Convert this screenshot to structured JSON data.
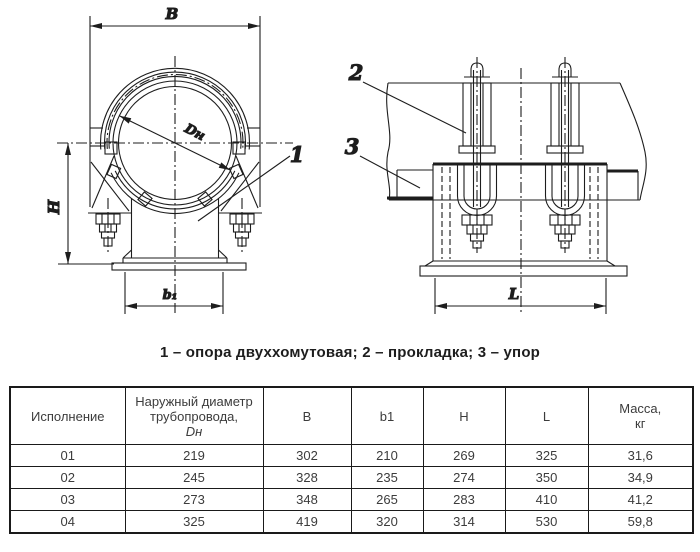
{
  "drawing": {
    "front_view": {
      "dim_width_label": "B",
      "dim_diameter_label": "Dн",
      "dim_height_label": "H",
      "dim_base_label": "b₁",
      "callout_1": "1"
    },
    "side_view": {
      "dim_length_label": "L",
      "callout_2": "2",
      "callout_3": "3"
    },
    "caption": "1 – опора двуххомутовая; 2 – прокладка; 3 – упор"
  },
  "table": {
    "headers": {
      "col1": "Исполнение",
      "col2_main": "Наружный диаметр трубопровода,",
      "col2_sub": "Dн",
      "col3": "B",
      "col4": "b1",
      "col5": "H",
      "col6": "L",
      "col7_line1": "Масса,",
      "col7_line2": "кг"
    },
    "rows": [
      [
        "01",
        "219",
        "302",
        "210",
        "269",
        "325",
        "31,6"
      ],
      [
        "02",
        "245",
        "328",
        "235",
        "274",
        "350",
        "34,9"
      ],
      [
        "03",
        "273",
        "348",
        "265",
        "283",
        "410",
        "41,2"
      ],
      [
        "04",
        "325",
        "419",
        "320",
        "314",
        "530",
        "59,8"
      ]
    ]
  },
  "colors": {
    "line": "#1d1d1d",
    "background": "#ffffff"
  }
}
